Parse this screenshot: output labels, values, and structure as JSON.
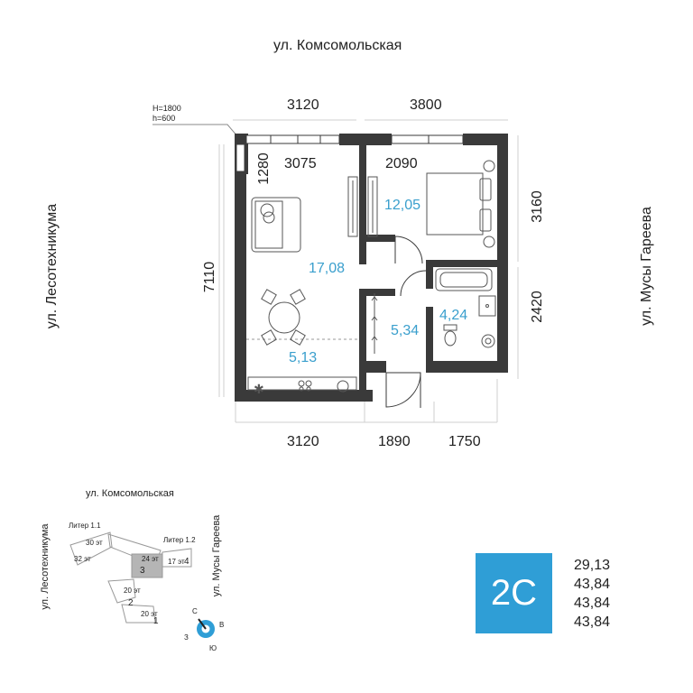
{
  "streets": {
    "top": "ул. Комсомольская",
    "left": "ул. Лесотехникума",
    "right": "ул. Мусы Гареева"
  },
  "window_note": {
    "line1": "H=1800",
    "line2": "h=600"
  },
  "dimensions": {
    "top_left": "3120",
    "top_right": "3800",
    "bottom_left": "3120",
    "bottom_mid": "1890",
    "bottom_right": "1750",
    "left_total": "7110",
    "right_top": "3160",
    "right_bottom": "2420",
    "inner_living_width": "3075",
    "inner_living_depth": "1280",
    "inner_bedroom_width": "2090"
  },
  "rooms": {
    "living": "17,08",
    "bedroom": "12,05",
    "kitchen": "5,13",
    "hall": "5,34",
    "bath": "4,24"
  },
  "site_plan": {
    "street_top": "ул. Комсомольская",
    "street_left": "ул. Лесотехникума",
    "street_right": "ул. Мусы Гареева",
    "liter_1_1": "Литер 1.1",
    "liter_1_2": "Литер 1.2",
    "floors_30": "30 эт",
    "floors_32": "32 эт",
    "floors_24": "24 эт",
    "floors_17": "17 эт",
    "floors_20a": "20 эт",
    "floors_20b": "20 эт",
    "sec_1": "1",
    "sec_2": "2",
    "sec_3": "3",
    "sec_4": "4",
    "compass_n": "С",
    "compass_e": "В",
    "compass_s": "Ю",
    "compass_w": "З"
  },
  "badge": {
    "type": "2С"
  },
  "areas": [
    "29,13",
    "43,84",
    "43,84",
    "43,84"
  ],
  "colors": {
    "wall": "#3a3a3a",
    "accent": "#2f9ed6",
    "room_text": "#3a9fcd"
  }
}
